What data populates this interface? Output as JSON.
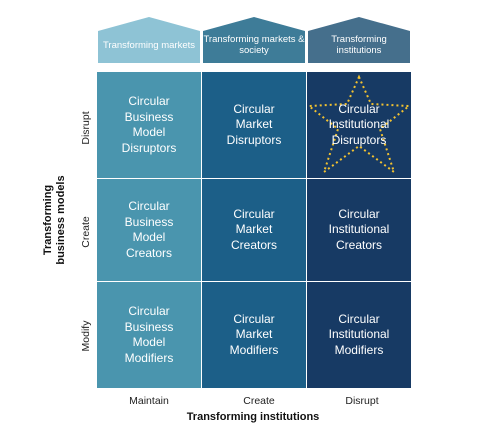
{
  "colors": {
    "col1": "#4a95ae",
    "col2": "#1c5f88",
    "col3": "#173a64",
    "pentagon1": "#8ec3d5",
    "pentagon2": "#3e7c98",
    "pentagon3": "#456f8c",
    "star": "#f2c230"
  },
  "header": {
    "markets": "Transforming markets",
    "markets_society": "Transforming markets & society",
    "institutions": "Transforming institutions"
  },
  "rows": {
    "disrupt": "Disrupt",
    "create": "Create",
    "modify": "Modify"
  },
  "y_axis": "Transforming business models",
  "columns": {
    "maintain": "Maintain",
    "create": "Create",
    "disrupt": "Disrupt"
  },
  "x_axis": "Transforming institutions",
  "cells": {
    "r1c1": [
      "Circular",
      "Business",
      "Model",
      "Disruptors"
    ],
    "r1c2": [
      "Circular",
      "Market",
      "Disruptors"
    ],
    "r1c3": [
      "Circular",
      "Institutional",
      "Disruptors"
    ],
    "r2c1": [
      "Circular",
      "Business",
      "Model",
      "Creators"
    ],
    "r2c2": [
      "Circular",
      "Market",
      "Creators"
    ],
    "r2c3": [
      "Circular",
      "Institutional",
      "Creators"
    ],
    "r3c1": [
      "Circular",
      "Business",
      "Model",
      "Modifiers"
    ],
    "r3c2": [
      "Circular",
      "Market",
      "Modifiers"
    ],
    "r3c3": [
      "Circular",
      "Institutional",
      "Modifiers"
    ]
  }
}
